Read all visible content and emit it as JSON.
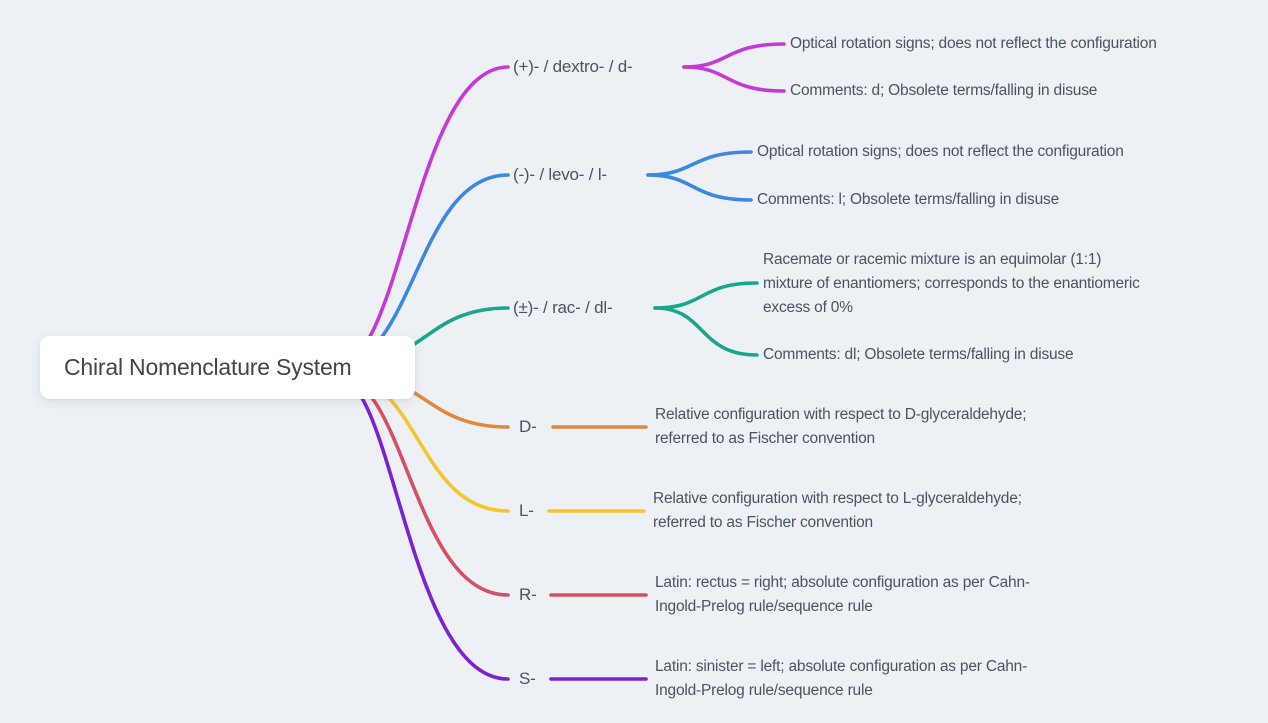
{
  "canvas": {
    "background": "#edf1f5",
    "text_color": "#4a5361"
  },
  "root": {
    "label": "Chiral Nomenclature System"
  },
  "branches": [
    {
      "label": "(+)- / dextro- / d-",
      "color": "#c43ad6",
      "children": [
        "Optical rotation signs; does not reflect the configuration",
        "Comments: d; Obsolete terms/falling in disuse"
      ]
    },
    {
      "label": "(-)- / levo- / l-",
      "color": "#3b87e3",
      "children": [
        "Optical rotation signs; does not reflect the configuration",
        "Comments: l; Obsolete terms/falling in disuse"
      ]
    },
    {
      "label": "(±)- / rac- / dl-",
      "color": "#17a78b",
      "children": [
        "Racemate or racemic mixture is an equimolar (1:1)\nmixture of enantiomers; corresponds to the enantiomeric\nexcess of 0%",
        "Comments: dl; Obsolete terms/falling in disuse"
      ]
    },
    {
      "label": "D-",
      "color": "#e2873c",
      "children": [
        "Relative configuration with respect to D-glyceraldehyde;\nreferred to as Fischer convention"
      ]
    },
    {
      "label": "L-",
      "color": "#f6c42d",
      "children": [
        "Relative configuration with respect to L-glyceraldehyde;\nreferred to as Fischer convention"
      ]
    },
    {
      "label": "R-",
      "color": "#d64f63",
      "children": [
        "Latin: rectus = right; absolute configuration as per Cahn-\nIngold-Prelog rule/sequence rule"
      ]
    },
    {
      "label": "S-",
      "color": "#7b22d4",
      "children": [
        "Latin: sinister = left; absolute configuration as per Cahn-\nIngold-Prelog rule/sequence rule"
      ]
    }
  ]
}
